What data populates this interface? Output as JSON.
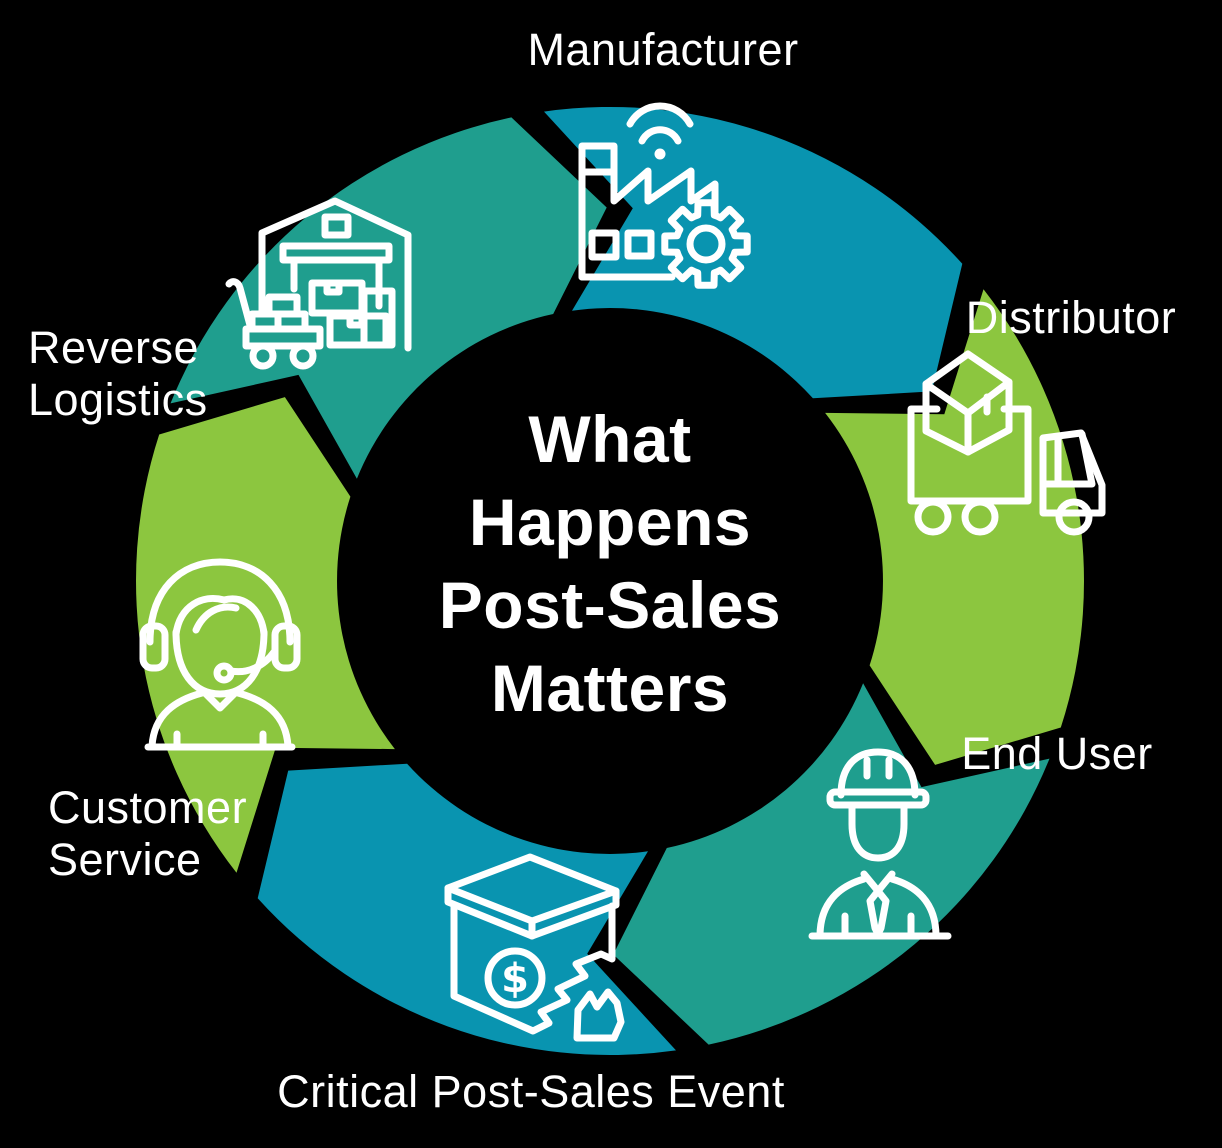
{
  "title": {
    "lines": [
      "What",
      "Happens",
      "Post-Sales",
      "Matters"
    ]
  },
  "wheel": {
    "segments": [
      {
        "id": "manufacturer",
        "label": "Manufacturer",
        "color": "#0994B0",
        "start_angle": 352,
        "icon": "factory-gear-icon"
      },
      {
        "id": "distributor",
        "label": "Distributor",
        "color": "#8CC63F",
        "start_angle": 52,
        "icon": "delivery-truck-icon"
      },
      {
        "id": "end-user",
        "label": "End User",
        "color": "#1F9E8E",
        "start_angle": 112,
        "icon": "construction-worker-icon"
      },
      {
        "id": "critical-post-sales-event",
        "label": "Critical Post-Sales Event",
        "color": "#0994B0",
        "start_angle": 172,
        "icon": "broken-box-dollar-icon"
      },
      {
        "id": "customer-service",
        "label": "Customer Service",
        "label_lines": [
          "Customer",
          "Service"
        ],
        "color": "#8CC63F",
        "start_angle": 232,
        "icon": "support-agent-icon"
      },
      {
        "id": "reverse-logistics",
        "label": "Reverse Logistics",
        "label_lines": [
          "Reverse",
          "Logistics"
        ],
        "color": "#1F9E8E",
        "start_angle": 292,
        "icon": "warehouse-trolley-icon"
      }
    ]
  },
  "colors": {
    "background": "#000000",
    "text": "#FFFFFF",
    "blue": "#0994B0",
    "green": "#8CC63F",
    "teal": "#1F9E8E"
  }
}
